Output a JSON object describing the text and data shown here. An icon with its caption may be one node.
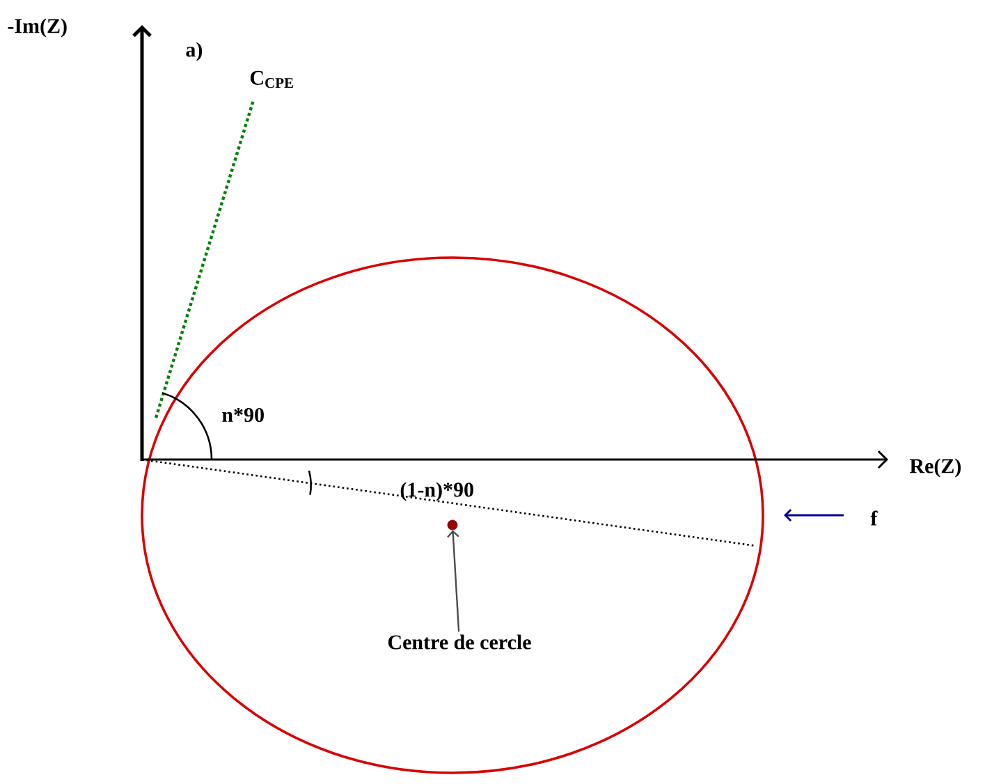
{
  "diagram": {
    "nodes": [
      {
        "text": [
          "Centre de cercle"
        ]
      },
      {
        "text": [],
        "shape": "circle"
      }
    ],
    "edges": [
      {
        "from": 0,
        "to": 1,
        "arrow": "to"
      }
    ],
    "labels": [
      "-Im(Z)",
      "a)",
      "C$_{CPE}$",
      "n*90",
      "Re(Z)",
      "(1-n)*90",
      "f"
    ]
  }
}
